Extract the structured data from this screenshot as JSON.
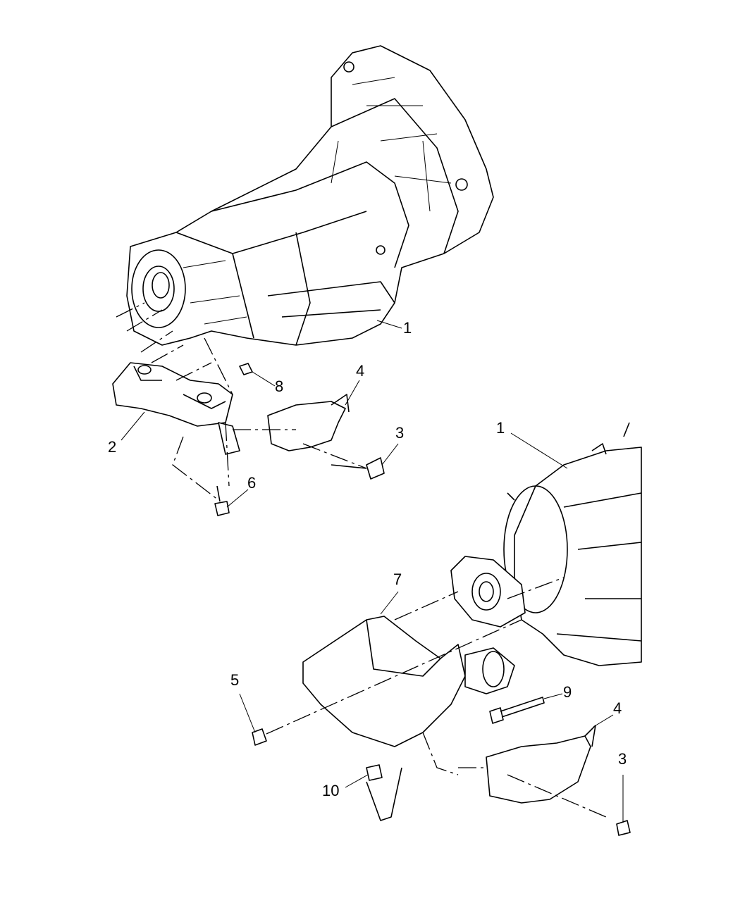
{
  "diagram": {
    "callouts": [
      {
        "id": "c1a",
        "label": "1"
      },
      {
        "id": "c8",
        "label": "8"
      },
      {
        "id": "c4a",
        "label": "4"
      },
      {
        "id": "c2",
        "label": "2"
      },
      {
        "id": "c3a",
        "label": "3"
      },
      {
        "id": "c6",
        "label": "6"
      },
      {
        "id": "c1b",
        "label": "1"
      },
      {
        "id": "c7",
        "label": "7"
      },
      {
        "id": "c5",
        "label": "5"
      },
      {
        "id": "c9",
        "label": "9"
      },
      {
        "id": "c4b",
        "label": "4"
      },
      {
        "id": "c3b",
        "label": "3"
      },
      {
        "id": "c10",
        "label": "10"
      }
    ]
  }
}
